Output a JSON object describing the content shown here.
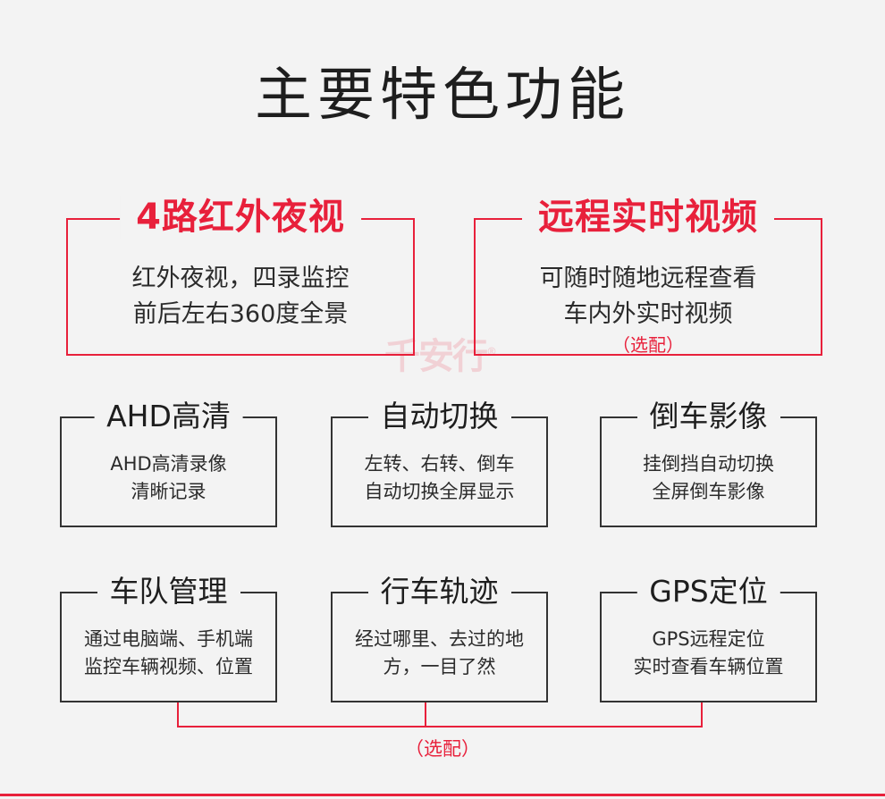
{
  "title": "主要特色功能",
  "watermark": "千安行",
  "watermark_mark": "®",
  "accent_color": "#e8203b",
  "features_top": [
    {
      "title": "4路红外夜视",
      "lines": [
        "红外夜视，四录监控",
        "前后左右360度全景"
      ]
    },
    {
      "title": "远程实时视频",
      "lines": [
        "可随时随地远程查看",
        "车内外实时视频"
      ],
      "note": "（选配）"
    }
  ],
  "features_grid": [
    {
      "title": "AHD高清",
      "lines": [
        "AHD高清录像",
        "清晰记录"
      ]
    },
    {
      "title": "自动切换",
      "lines": [
        "左转、右转、倒车",
        "自动切换全屏显示"
      ]
    },
    {
      "title": "倒车影像",
      "lines": [
        "挂倒挡自动切换",
        "全屏倒车影像"
      ]
    },
    {
      "title": "车队管理",
      "lines": [
        "通过电脑端、手机端",
        "监控车辆视频、位置"
      ]
    },
    {
      "title": "行车轨迹",
      "lines": [
        "经过哪里、去过的地",
        "方，一目了然"
      ]
    },
    {
      "title": "GPS定位",
      "lines": [
        "GPS远程定位",
        "实时查看车辆位置"
      ]
    }
  ],
  "bottom_note": "（选配）"
}
